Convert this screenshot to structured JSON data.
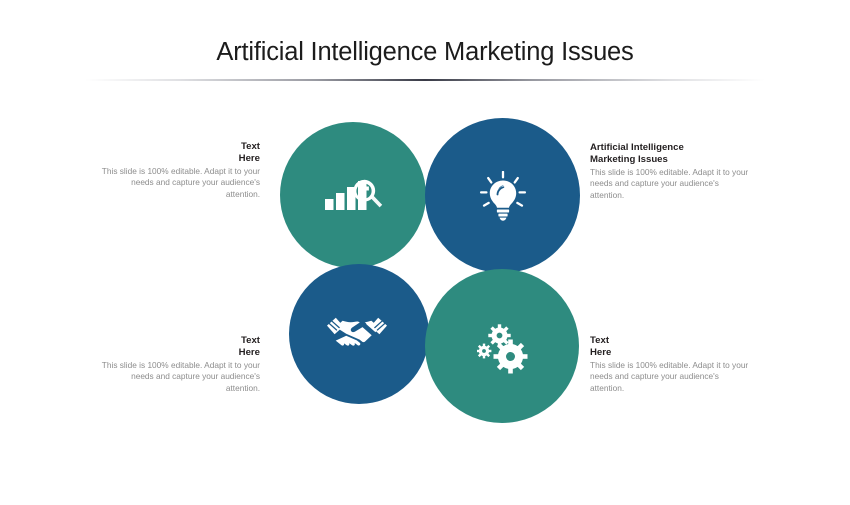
{
  "slide": {
    "title": "Artificial Intelligence Marketing Issues",
    "background_color": "#ffffff"
  },
  "colors": {
    "teal": "#2e8b7f",
    "blue": "#1b5b8a",
    "title_text": "#1c1c1c",
    "heading_text": "#231f20",
    "body_text": "#8d8d8d",
    "icon": "#ffffff"
  },
  "bubbles": [
    {
      "position": "top-left",
      "color": "#2e8b7f",
      "icon": "bar-chart-magnifier-icon"
    },
    {
      "position": "top-right",
      "color": "#1b5b8a",
      "icon": "lightbulb-idea-icon"
    },
    {
      "position": "bottom-left",
      "color": "#1b5b8a",
      "icon": "handshake-icon"
    },
    {
      "position": "bottom-right",
      "color": "#2e8b7f",
      "icon": "gears-settings-icon"
    }
  ],
  "callouts": [
    {
      "position": "top-left",
      "align": "right",
      "heading": "Text\nHere",
      "body": "This slide is 100% editable. Adapt it to your needs and capture your audience's attention."
    },
    {
      "position": "top-right",
      "align": "left",
      "heading": "Artificial Intelligence\nMarketing Issues",
      "body": "This slide is 100% editable. Adapt it to your needs and capture your audience's attention."
    },
    {
      "position": "bottom-left",
      "align": "right",
      "heading": "Text\nHere",
      "body": "This slide is 100% editable. Adapt it to your needs and capture your audience's attention."
    },
    {
      "position": "bottom-right",
      "align": "left",
      "heading": "Text\nHere",
      "body": "This slide is 100% editable. Adapt it to your needs and capture your audience's attention."
    }
  ]
}
